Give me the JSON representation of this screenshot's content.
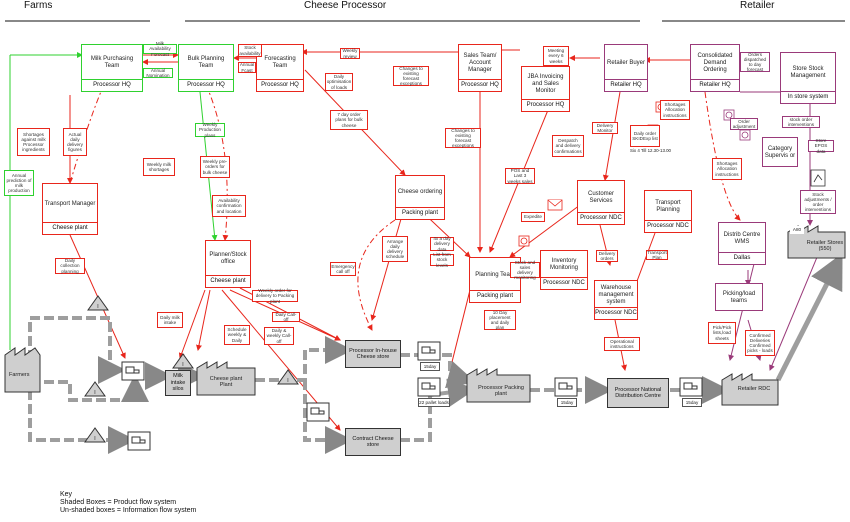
{
  "sections": {
    "farms": "Farms",
    "cheese_processor": "Cheese Processor",
    "retailer": "Retailer"
  },
  "info_boxes": {
    "mill_purchasing": {
      "label": "Milk Purchasing Team",
      "footer": "Processor HQ"
    },
    "bulk_planning": {
      "label": "Bulk Planning Team",
      "footer": "Processor HQ"
    },
    "forecasting": {
      "label": "Forecasting Team",
      "footer": "Processor HQ"
    },
    "sales_team": {
      "label": "Sales Team/ Account Manager",
      "footer": "Processor HQ"
    },
    "jba": {
      "label": "JBA Invoicing and Sales Monitor",
      "footer": "Processor HQ"
    },
    "retailer_buyer": {
      "label": "Retailer Buyer",
      "footer": "Retailer HQ"
    },
    "consolidated": {
      "label": "Consolidated Demand Ordering",
      "footer": "Retailer HQ"
    },
    "store_stock": {
      "label": "Store Stock Management",
      "footer": "In store system"
    },
    "transport_manager": {
      "label": "Transport Manager",
      "footer": "Cheese plant"
    },
    "cheese_ordering": {
      "label": "Cheese ordering",
      "footer": "Packing plant"
    },
    "customer_services": {
      "label": "Customer Services",
      "footer": "Processor NDC"
    },
    "transport_planning": {
      "label": "Transport Planning",
      "footer": "Processor NDC"
    },
    "planner_stock": {
      "label": "Planner/Stock office",
      "footer": "Cheese plant"
    },
    "planning_team": {
      "label": "Planning Team",
      "footer": "Packing plant"
    },
    "inventory_monitoring": {
      "label": "Inventory Monitoring",
      "footer": "Processor NDC"
    },
    "warehouse_mgmt": {
      "label": "Warehouse management system",
      "footer": "Processor NDC"
    },
    "distrib_wms": {
      "label": "Distrib Centre WMS",
      "footer": "Dallas"
    },
    "picking_load": {
      "label": "Picking/load teams",
      "footer": ""
    },
    "category_supervisor": {
      "label": "Category Supervis or",
      "footer": ""
    }
  },
  "product_boxes": {
    "farmers": "Farmers",
    "milk_intake": "Milk intake silos",
    "cheese_plant": "Cheese plant Plant",
    "inhouse_store": "Processor In-house Cheese store",
    "contract_store": "Contract Cheese store",
    "packing_plant": "Processor Packing plant",
    "ndc": "Processor National Distribution Centre",
    "retailer_rdc": "Retailer RDC",
    "retail_stores_name": "Retailer Stores",
    "retail_stores_count": "(550)"
  },
  "tags": {
    "t_15day_a": "15day",
    "t_22pallet": "22 pallet loads",
    "t_15day_b": "15day",
    "t_15day_c": "15day",
    "t_a80": "A80"
  },
  "notes": {
    "n_milk_avail": "Milk Availability Forecast",
    "n_annual_nom": "Annual Nomination",
    "n_stock_avail": "Stock availability",
    "n_annual_fcst": "Annual Fcast",
    "n_weekly_review": "Weekly review",
    "n_daily_opt": "Daily optimisation of loads",
    "n_changes_exist": "Changes to existing forecast exceptions",
    "n_meeting": "Meeting every 6 weeks",
    "n_orders_desp": "Orders dispatched to day forecast",
    "n_shortages_mp": "Shortages against milk Processor ingredients",
    "n_actual_daily": "Actual daily delivery figures",
    "n_weekly_prod": "Weekly Production plans",
    "n_7day_order": "7 day order plans for bulk cheese",
    "n_changes_fcst": "Changes to existing forecast exceptions",
    "n_shortages_alloc": "Shortages Allocation instructions",
    "n_daily_master": "Delivery Monitor",
    "n_order_adjust": "Order adjustment",
    "n_stock_order": "stock order interventions",
    "n_store_epos": "Store EPOS data",
    "n_weekly_milk": "Weekly milk shortages",
    "n_weekly_pre": "Weekly pre-orders for bulk cheese",
    "n_despatch": "Despatch and delivery confirmations",
    "n_daily_order": "Daily order SKIDExp list",
    "n_pos_and_last": "POS and Last 3 weeks sales",
    "n_shortages2": "Shortages Allocation instructions",
    "n_stock_adjust": "Stock adjustments / order interventions",
    "n_annual_pred": "Annual prediction of milk production",
    "n_avail_conf": "Availability confirmation and location",
    "n_expedite": "Expedite",
    "n_daily_coll": "Daily collection planning",
    "n_arrange": "Arrange daily delivery schedule",
    "n_4x_daily": "4x a day delivery data",
    "n_last_stock": "List from stock levels",
    "n_stock_sales": "Stock and sales delivery monitoring",
    "n_delivery_orders": "Delivery orders",
    "n_transport_plan": "Transport Plan",
    "n_emergency": "Emergency call off",
    "n_weekly_order_del": "Weekly order for delivery to Packing plant",
    "n_daily_calloff": "Daily Call-off",
    "n_schedule": "Schedule weekly & Daily",
    "n_daily_weekly_calloff": "Daily & weekly Call-off",
    "n_daily_milk": "Daily milk intake",
    "n_10day": "10 Day placement and daily plan",
    "n_operational": "Operational instructions",
    "n_pick_lists": "Pick/Pick lists,load sheets",
    "n_confirmed": "Confirmed Deliveries Confirmed picks - loads",
    "n_sixfour": "Six 4 Till 12.30-13.00"
  },
  "key": {
    "title": "Key",
    "line1": "Shaded Boxes   = Product flow system",
    "line2": "Un-shaded boxes = Information flow system"
  }
}
